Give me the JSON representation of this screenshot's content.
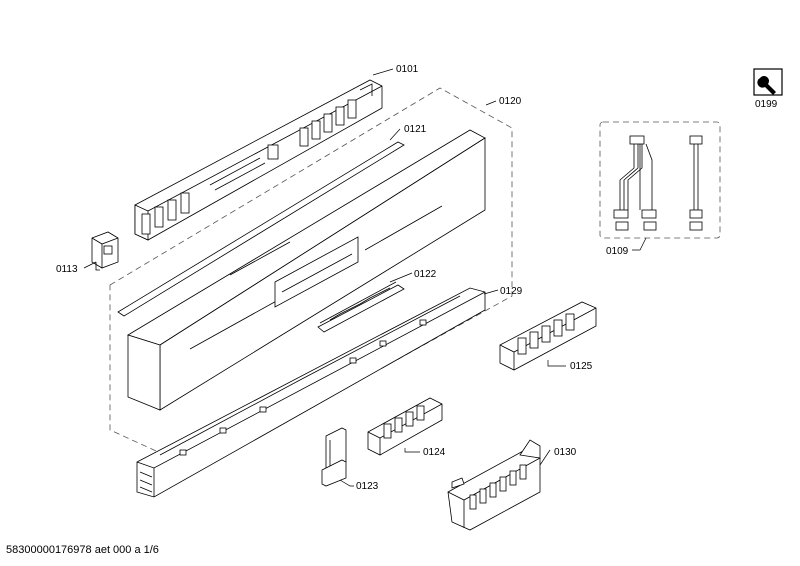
{
  "parts": {
    "p0101": "0101",
    "p0120": "0120",
    "p0121": "0121",
    "p0113": "0113",
    "p0122": "0122",
    "p0129": "0129",
    "p0125": "0125",
    "p0124": "0124",
    "p0123": "0123",
    "p0130": "0130",
    "p0109": "0109",
    "p0199": "0199"
  },
  "footer": {
    "doc_ref": "58300000176978 aet 000 a 1/6"
  },
  "icons": {
    "service": "wrench-icon"
  }
}
